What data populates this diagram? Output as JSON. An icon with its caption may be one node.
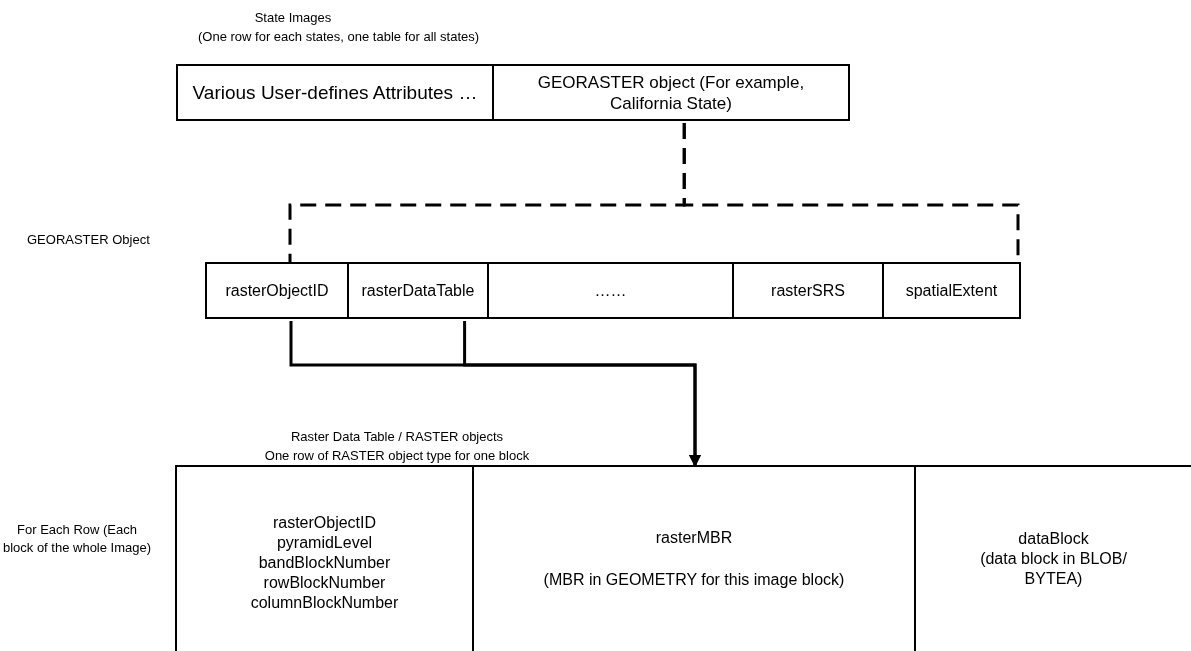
{
  "diagram": {
    "nodes": [
      {
        "text": [
          "State Images",
          "(One row for each states, one table for all states)"
        ]
      },
      {
        "text": [
          "Various User-defines Attributes …"
        ],
        "in": 0
      },
      {
        "text": [
          "GEORASTER object (For example, California State)"
        ],
        "in": 0
      },
      {
        "text": [
          "GEORASTER Object"
        ]
      },
      {
        "text": [
          "rasterObjectID"
        ],
        "in": 3
      },
      {
        "text": [
          "rasterDataTable"
        ],
        "in": 3
      },
      {
        "text": [
          "……"
        ],
        "in": 3
      },
      {
        "text": [
          "rasterSRS"
        ],
        "in": 3
      },
      {
        "text": [
          "spatialExtent"
        ],
        "in": 3
      },
      {
        "text": [
          "Raster Data Table / RASTER objects",
          "One row of RASTER object type for one block"
        ],
        "beside": [
          "For Each Row (Each block of the whole Image)"
        ]
      },
      {
        "text": [
          "rasterObjectID",
          "pyramidLevel",
          "bandBlockNumber",
          "rowBlockNumber",
          "columnBlockNumber"
        ],
        "in": 9
      },
      {
        "text": [
          "rasterMBR",
          "(MBR in GEOMETRY for this image block)"
        ],
        "in": 9
      },
      {
        "text": [
          "dataBlock",
          "(data block in BLOB/ BYTEA)"
        ],
        "in": 9
      }
    ],
    "edges": [
      {
        "from": 2,
        "to": 4,
        "arrow": "none",
        "style": "dashed"
      },
      {
        "from": 2,
        "to": 8,
        "arrow": "none",
        "style": "dashed"
      },
      {
        "from": 4,
        "to": 11,
        "arrow": "to"
      },
      {
        "from": 5,
        "to": 11,
        "arrow": "to"
      }
    ]
  }
}
